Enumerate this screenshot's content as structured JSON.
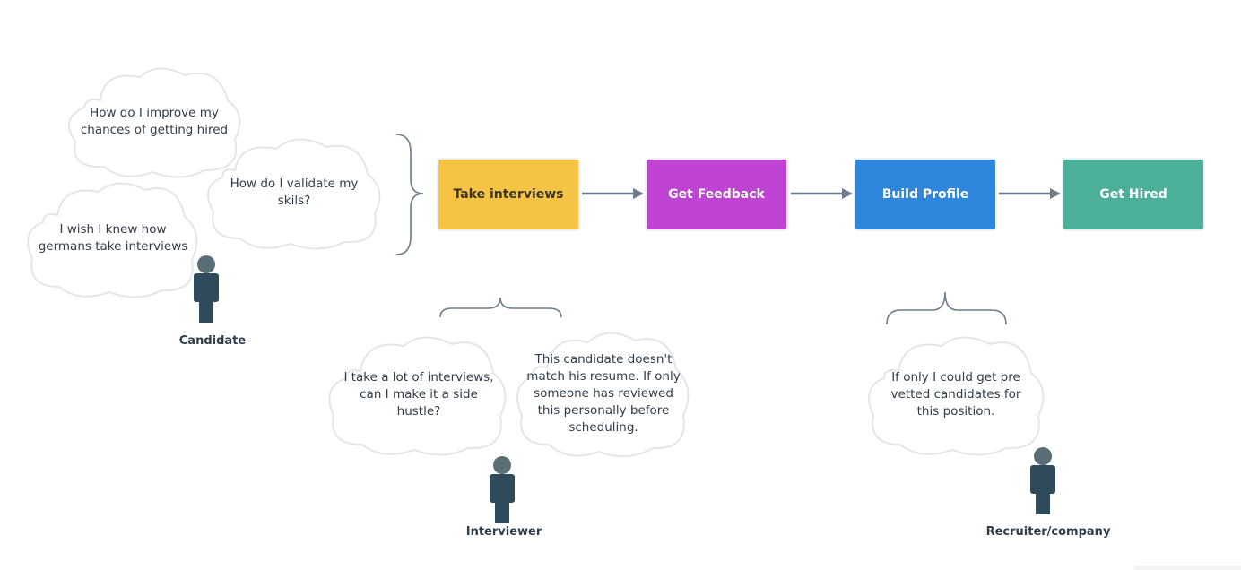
{
  "clouds": {
    "improve": "How do I improve my chances of getting hired",
    "validate": "How do I validate my skils?",
    "germans": "I wish I knew how germans take interviews",
    "side_hustle": "I take a lot of interviews, can I make it a side hustle?",
    "resume": "This candidate doesn't match his resume. If only someone has reviewed this personally before scheduling.",
    "pre_vetted": "If only I could get pre vetted candidates for this position."
  },
  "steps": [
    {
      "label": "Take interviews",
      "color": "#f6c445",
      "text_color": "#3d3422"
    },
    {
      "label": "Get Feedback",
      "color": "#c044d4",
      "text_color": "#ffffff"
    },
    {
      "label": "Build Profile",
      "color": "#2e86dd",
      "text_color": "#ffffff"
    },
    {
      "label": "Get Hired",
      "color": "#4caf9a",
      "text_color": "#ffffff"
    }
  ],
  "personas": {
    "candidate": "Candidate",
    "interviewer": "Interviewer",
    "recruiter": "Recruiter/company"
  },
  "colors": {
    "person": "#2f4a5a",
    "person_head": "#5a6e78",
    "connector": "#6b7d8c",
    "cloud_stroke": "#e2e6ea"
  }
}
